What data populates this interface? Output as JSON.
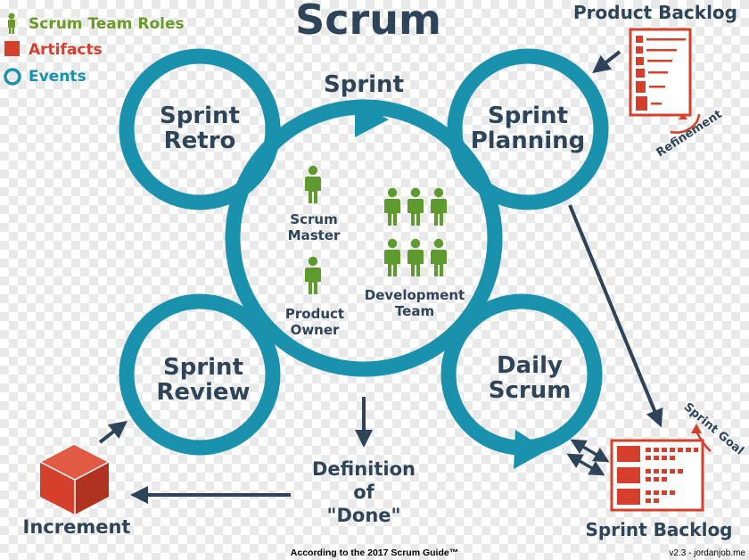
{
  "title": "Scrum",
  "legend": {
    "roles": "Scrum Team Roles",
    "artifacts": "Artifacts",
    "events": "Events"
  },
  "colors": {
    "event_blue": "#1a91ad",
    "text_navy": "#2d4459",
    "role_green": "#5f9a2f",
    "artifact_red": "#d4402b",
    "legend_green": "#6a9a2a"
  },
  "sprint_label": "Sprint",
  "events": {
    "retro": [
      "Sprint",
      "Retro"
    ],
    "planning": [
      "Sprint",
      "Planning"
    ],
    "review": [
      "Sprint",
      "Review"
    ],
    "daily": [
      "Daily",
      "Scrum"
    ]
  },
  "roles": {
    "scrum_master": [
      "Scrum",
      "Master"
    ],
    "product_owner": [
      "Product",
      "Owner"
    ],
    "development_team": [
      "Development",
      "Team"
    ]
  },
  "artifacts": {
    "product_backlog": "Product Backlog",
    "sprint_backlog": "Sprint Backlog",
    "increment": "Increment",
    "refinement": "Refinement",
    "sprint_goal": "Sprint Goal"
  },
  "definition_of_done": [
    "Definition",
    "of",
    "\"Done\""
  ],
  "footer": {
    "source": "According to the 2017 Scrum Guide™",
    "version": "v2.3 -  jordanjob.me"
  }
}
